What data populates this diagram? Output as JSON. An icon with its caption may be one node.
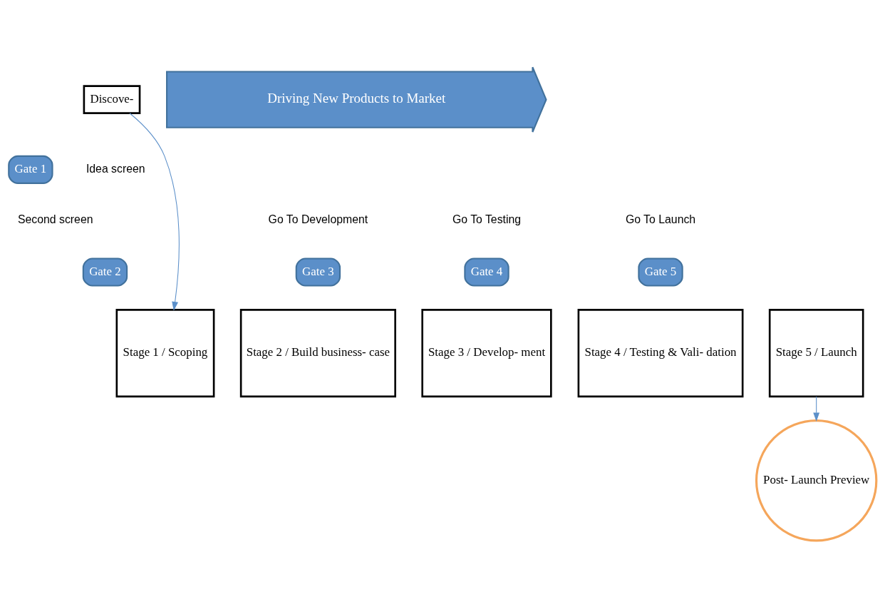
{
  "diagram": {
    "nodes": [
      {
        "text": [
          "Discove-"
        ]
      },
      {
        "text": [
          "Gate 1"
        ],
        "beside": [
          "Idea screen"
        ]
      },
      {
        "text": [
          "Driving New Products to Market"
        ]
      },
      {
        "text": [
          "Gate 2"
        ],
        "beside": [
          "Second screen"
        ]
      },
      {
        "text": [
          "Gate 3"
        ],
        "beside": [
          "Go To Development"
        ]
      },
      {
        "text": [
          "Gate 4"
        ],
        "beside": [
          "Go To Testing"
        ]
      },
      {
        "text": [
          "Gate 5"
        ],
        "beside": [
          "Go To Launch"
        ]
      },
      {
        "text": [
          "Stage 1 / Scoping"
        ]
      },
      {
        "text": [
          "Stage 2 / Build business- case"
        ]
      },
      {
        "text": [
          "Stage 3 / Develop- ment"
        ]
      },
      {
        "text": [
          "Stage 4 / Testing & Vali- dation"
        ]
      },
      {
        "text": [
          "Stage 5 / Launch"
        ]
      },
      {
        "text": [
          "Post- Launch Preview"
        ]
      }
    ],
    "edges": [
      {
        "from": 0,
        "to": 7,
        "arrow": "to"
      },
      {
        "from": 11,
        "to": 12,
        "arrow": "to"
      }
    ]
  }
}
